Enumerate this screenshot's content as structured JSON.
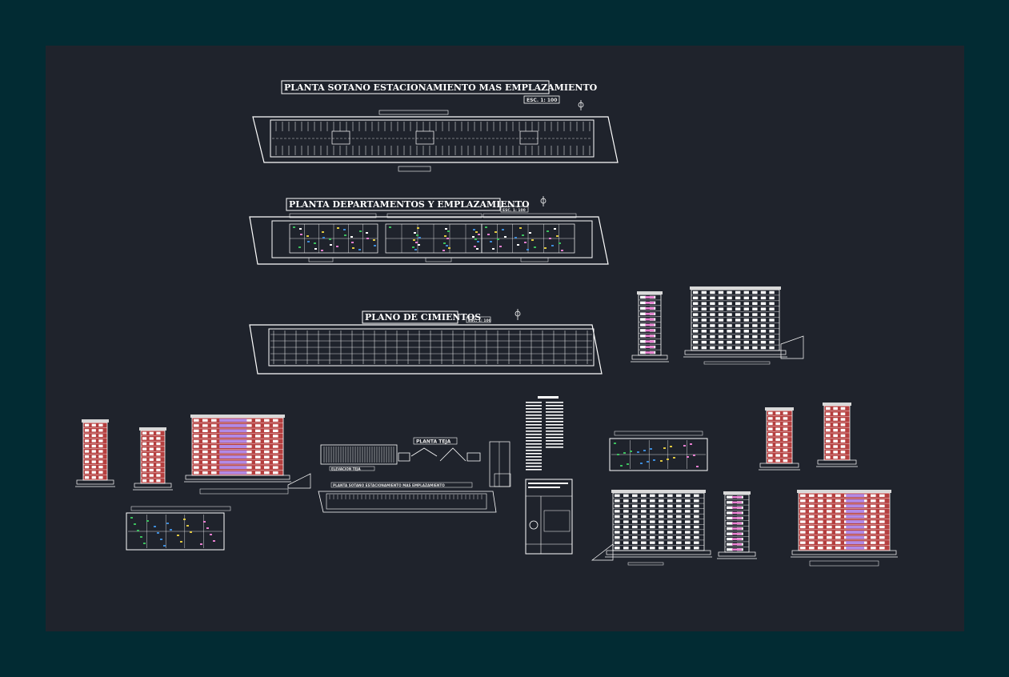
{
  "colors": {
    "frame": "#022b33",
    "sheet": "#1f232c",
    "line": "#ffffff",
    "brick": "#b53f3f",
    "accent_purple": "#b28ae6",
    "accent_pink": "#e87fd0",
    "accent_green": "#3bbf5e",
    "accent_blue": "#3d8bd9",
    "accent_yellow": "#e0c840"
  },
  "sheets": {
    "basement_plan": {
      "title": "PLANTA SOTANO ESTACIONAMIENTO MAS EMPLAZAMIENTO",
      "scale": "ESC. 1: 100"
    },
    "apartments_plan": {
      "title": "PLANTA DEPARTAMENTOS Y  EMPLAZAMIENTO",
      "scale": "ESC. 1: 100"
    },
    "foundation_plan": {
      "title": "PLANO DE CIMIENTOS",
      "scale": "ESC. 1: 100"
    },
    "roof_plan": {
      "title": "PLANTA TEJA",
      "elevation_label": "ELEVACION TEJA"
    },
    "small_basement_plan": {
      "title": "PLANTA SOTANO ESTACIONAMIENTO MAS EMPLAZAMIENTO"
    }
  },
  "icons": {
    "north_arrow": "north-arrow-icon",
    "building_elevation": "building-elevation-icon"
  }
}
